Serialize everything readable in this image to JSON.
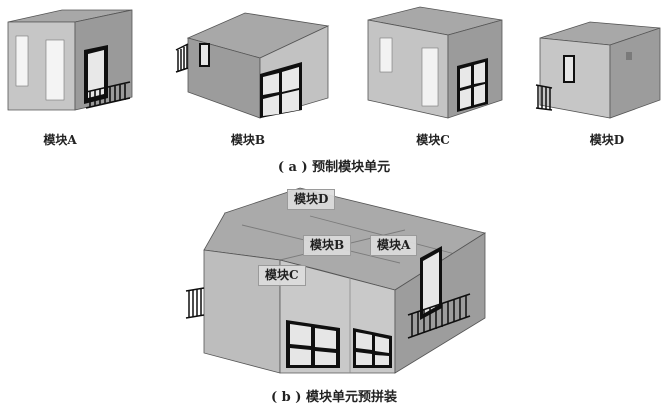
{
  "panel_a": {
    "caption": "( a ) 预制模块单元",
    "modules": [
      {
        "label": "模块A"
      },
      {
        "label": "模块B"
      },
      {
        "label": "模块C"
      },
      {
        "label": "模块D"
      }
    ]
  },
  "panel_b": {
    "caption": "( b ) 模块单元预拼装",
    "labels": {
      "d": "模块D",
      "b": "模块B",
      "a": "模块A",
      "c": "模块C"
    }
  },
  "colors": {
    "roof": "#a9a9a9",
    "wall_front": "#c4c4c4",
    "wall_side": "#9b9b9b",
    "frame": "#111111"
  }
}
